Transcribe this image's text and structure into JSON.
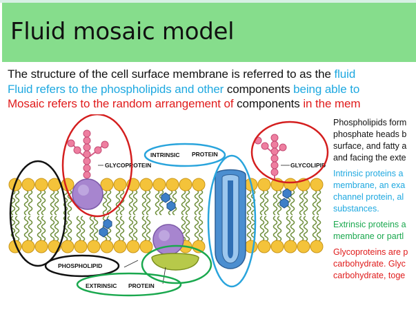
{
  "slide": {
    "title": "Fluid mosaic model",
    "lines": {
      "l1_a": "The structure of the cell surface membrane is referred to as the ",
      "l1_b": "fluid",
      "l2_a": "Fluid refers to the phospholipids and other ",
      "l2_b": "components ",
      "l2_c": "being able to",
      "l3_a": "Mosaic refers to the random arrangement of ",
      "l3_b": "components ",
      "l3_c": "in the mem"
    },
    "notes": {
      "phospholipid": [
        "Phospholipids form",
        "phosphate heads b",
        "surface, and fatty a",
        "and facing the exte"
      ],
      "intrinsic": [
        "Intrinsic proteins a",
        "membrane, an exa",
        "channel protein, al",
        "substances."
      ],
      "extrinsic": [
        "Extrinsic proteins a",
        "membrane or partl"
      ],
      "glycoprotein": [
        "Glycoproteins are p",
        "carbohydrate. Glyc",
        "carbohydrate, toge"
      ]
    }
  },
  "diagram": {
    "labels": {
      "glycoprotein": "GLYCOPROTEIN",
      "intrinsic": "INTRINSIC",
      "protein_top": "PROTEIN",
      "glycolipid": "GLYCOLIPID",
      "phospholipid": "PHOSPHOLIPID",
      "extrinsic": "EXTRINSIC",
      "protein_bottom": "PROTEIN"
    },
    "colors": {
      "title_bar": "#86dd8c",
      "cyan_text": "#1ea8e0",
      "red_text": "#e01b1b",
      "green_text": "#1aa84e",
      "head_yellow": "#f4c33a",
      "glyco_pink": "#ee7ea0",
      "globular_purple": "#a785cf",
      "channel_blue": "#4b8ed0"
    }
  }
}
